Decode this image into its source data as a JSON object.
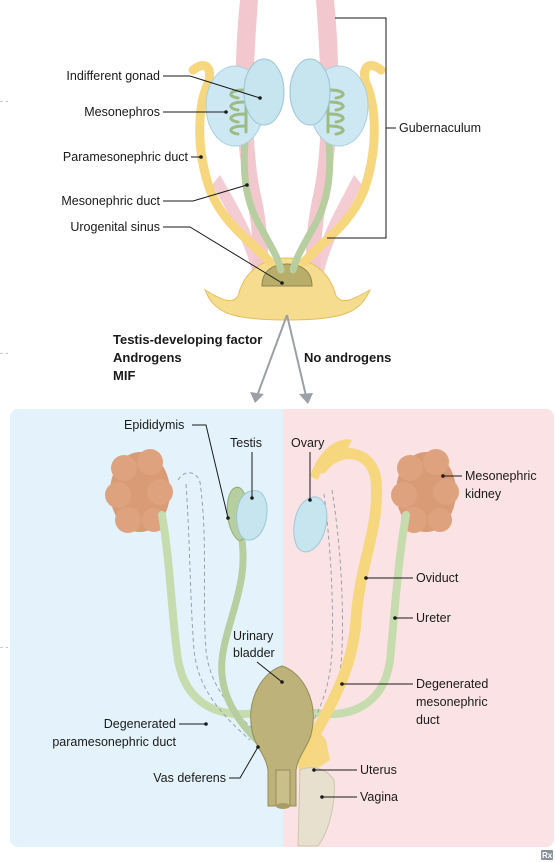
{
  "labels": {
    "indifferent_gonad": "Indifferent gonad",
    "mesonephros": "Mesonephros",
    "paramesonephric_duct": "Paramesonephric duct",
    "mesonephric_duct": "Mesonephric duct",
    "urogenital_sinus": "Urogenital sinus",
    "gubernaculum": "Gubernaculum",
    "male_factors": [
      "Testis-developing factor",
      "Androgens",
      "MIF"
    ],
    "no_androgens": "No androgens",
    "epididymis": "Epididymis",
    "testis": "Testis",
    "urinary_bladder": [
      "Urinary",
      "bladder"
    ],
    "degenerated_paramesonephric": [
      "Degenerated",
      "paramesonephric duct"
    ],
    "vas_deferens": "Vas deferens",
    "ovary": "Ovary",
    "mesonephric_kidney": [
      "Mesonephric",
      "kidney"
    ],
    "oviduct": "Oviduct",
    "ureter": "Ureter",
    "degenerated_mesonephric": [
      "Degenerated",
      "mesonephric",
      "duct"
    ],
    "uterus": "Uterus",
    "vagina": "Vagina",
    "edge_mark": "- -",
    "logo": "Rx"
  },
  "colors": {
    "male_panel": "#e4f3fb",
    "female_panel": "#fbe3e5",
    "gonad": "#cfe9f3",
    "mesonephric": "#b9cfa2",
    "paramesonephric": "#f6d77e",
    "gubernaculum": "#f1c4cc",
    "kidney": "#d99a76",
    "bladder": "#bdb27a"
  }
}
